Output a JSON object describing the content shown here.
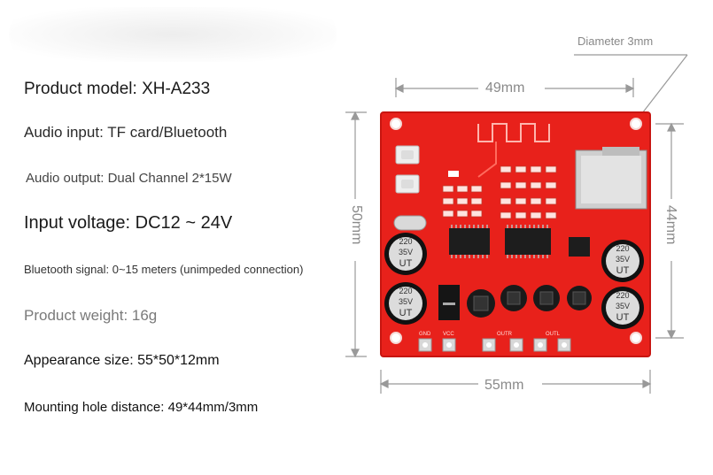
{
  "specs": {
    "model": "Product model: XH-A233",
    "audio_input": "Audio input: TF card/Bluetooth",
    "audio_output": "Audio output: Dual Channel 2*15W",
    "input_voltage": "Input voltage: DC12 ~ 24V",
    "bluetooth_signal": "Bluetooth signal: 0~15 meters (unimpeded connection)",
    "weight": "Product weight: 16g",
    "size": "Appearance size: 55*50*12mm",
    "mounting": "Mounting hole distance: 49*44mm/3mm"
  },
  "dimensions": {
    "top": "49mm",
    "bottom": "55mm",
    "left": "50mm",
    "right": "44mm",
    "hole": "Diameter 3mm"
  },
  "board": {
    "cap_label_1": "220",
    "cap_label_2": "35V",
    "cap_label_3": "UT",
    "pin_gnd": "GND",
    "pin_vcc": "VCC",
    "pin_outr": "OUTR",
    "pin_outl": "OUTL",
    "pcb_color": "#e8211b"
  }
}
